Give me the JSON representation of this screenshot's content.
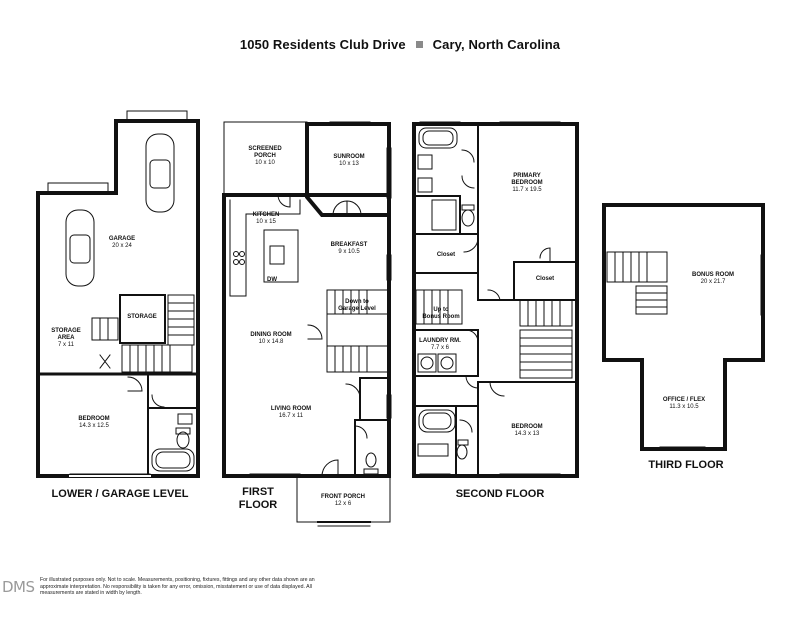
{
  "header": {
    "address": "1050 Residents Club Drive",
    "city": "Cary, North Carolina"
  },
  "floors": {
    "lower": "LOWER / GARAGE LEVEL",
    "first_line1": "FIRST",
    "first_line2": "FLOOR",
    "second": "SECOND FLOOR",
    "third": "THIRD FLOOR"
  },
  "rooms": {
    "garage": {
      "name": "GARAGE",
      "dim": "20 x 24"
    },
    "storage": {
      "name": "STORAGE"
    },
    "storage_area": {
      "name1": "STORAGE",
      "name2": "AREA",
      "dim": "7 x 11"
    },
    "lower_bedroom": {
      "name": "BEDROOM",
      "dim": "14.3 x 12.5"
    },
    "screened_porch": {
      "name1": "SCREENED",
      "name2": "PORCH",
      "dim": "10 x 10"
    },
    "sunroom": {
      "name": "SUNROOM",
      "dim": "10 x 13"
    },
    "kitchen": {
      "name": "KITCHEN",
      "dim": "10 x 15"
    },
    "dw": {
      "name": "DW"
    },
    "breakfast": {
      "name": "BREAKFAST",
      "dim": "9 x 10.5"
    },
    "down_garage": {
      "line1": "Down to",
      "line2": "Garage Level"
    },
    "dining": {
      "name": "DINING ROOM",
      "dim": "10 x 14.8"
    },
    "living": {
      "name": "LIVING ROOM",
      "dim": "16.7 x 11"
    },
    "front_porch": {
      "name": "FRONT PORCH",
      "dim": "12 x 6"
    },
    "primary_bedroom": {
      "name1": "PRIMARY",
      "name2": "BEDROOM",
      "dim": "11.7 x 19.5"
    },
    "closet_left": {
      "name": "Closet"
    },
    "closet_right": {
      "name": "Closet"
    },
    "up_bonus": {
      "line1": "Up to",
      "line2": "Bonus Room"
    },
    "laundry": {
      "name": "LAUNDRY RM.",
      "dim": "7.7 x 6"
    },
    "second_bedroom": {
      "name": "BEDROOM",
      "dim": "14.3 x 13"
    },
    "bonus": {
      "name": "BONUS ROOM",
      "dim": "20 x 21.7"
    },
    "office": {
      "name": "OFFICE / FLEX",
      "dim": "11.3 x 10.5"
    }
  },
  "disclaimer": "For illustrated purposes only. Not to scale. Measurements, positioning, fixtures, fittings and any other data shown are an approximate interpretation. No responsibility is taken for any error, omission, misstatement or use of data displayed. All measurements are stated in width by length.",
  "logo_text": "DMS"
}
